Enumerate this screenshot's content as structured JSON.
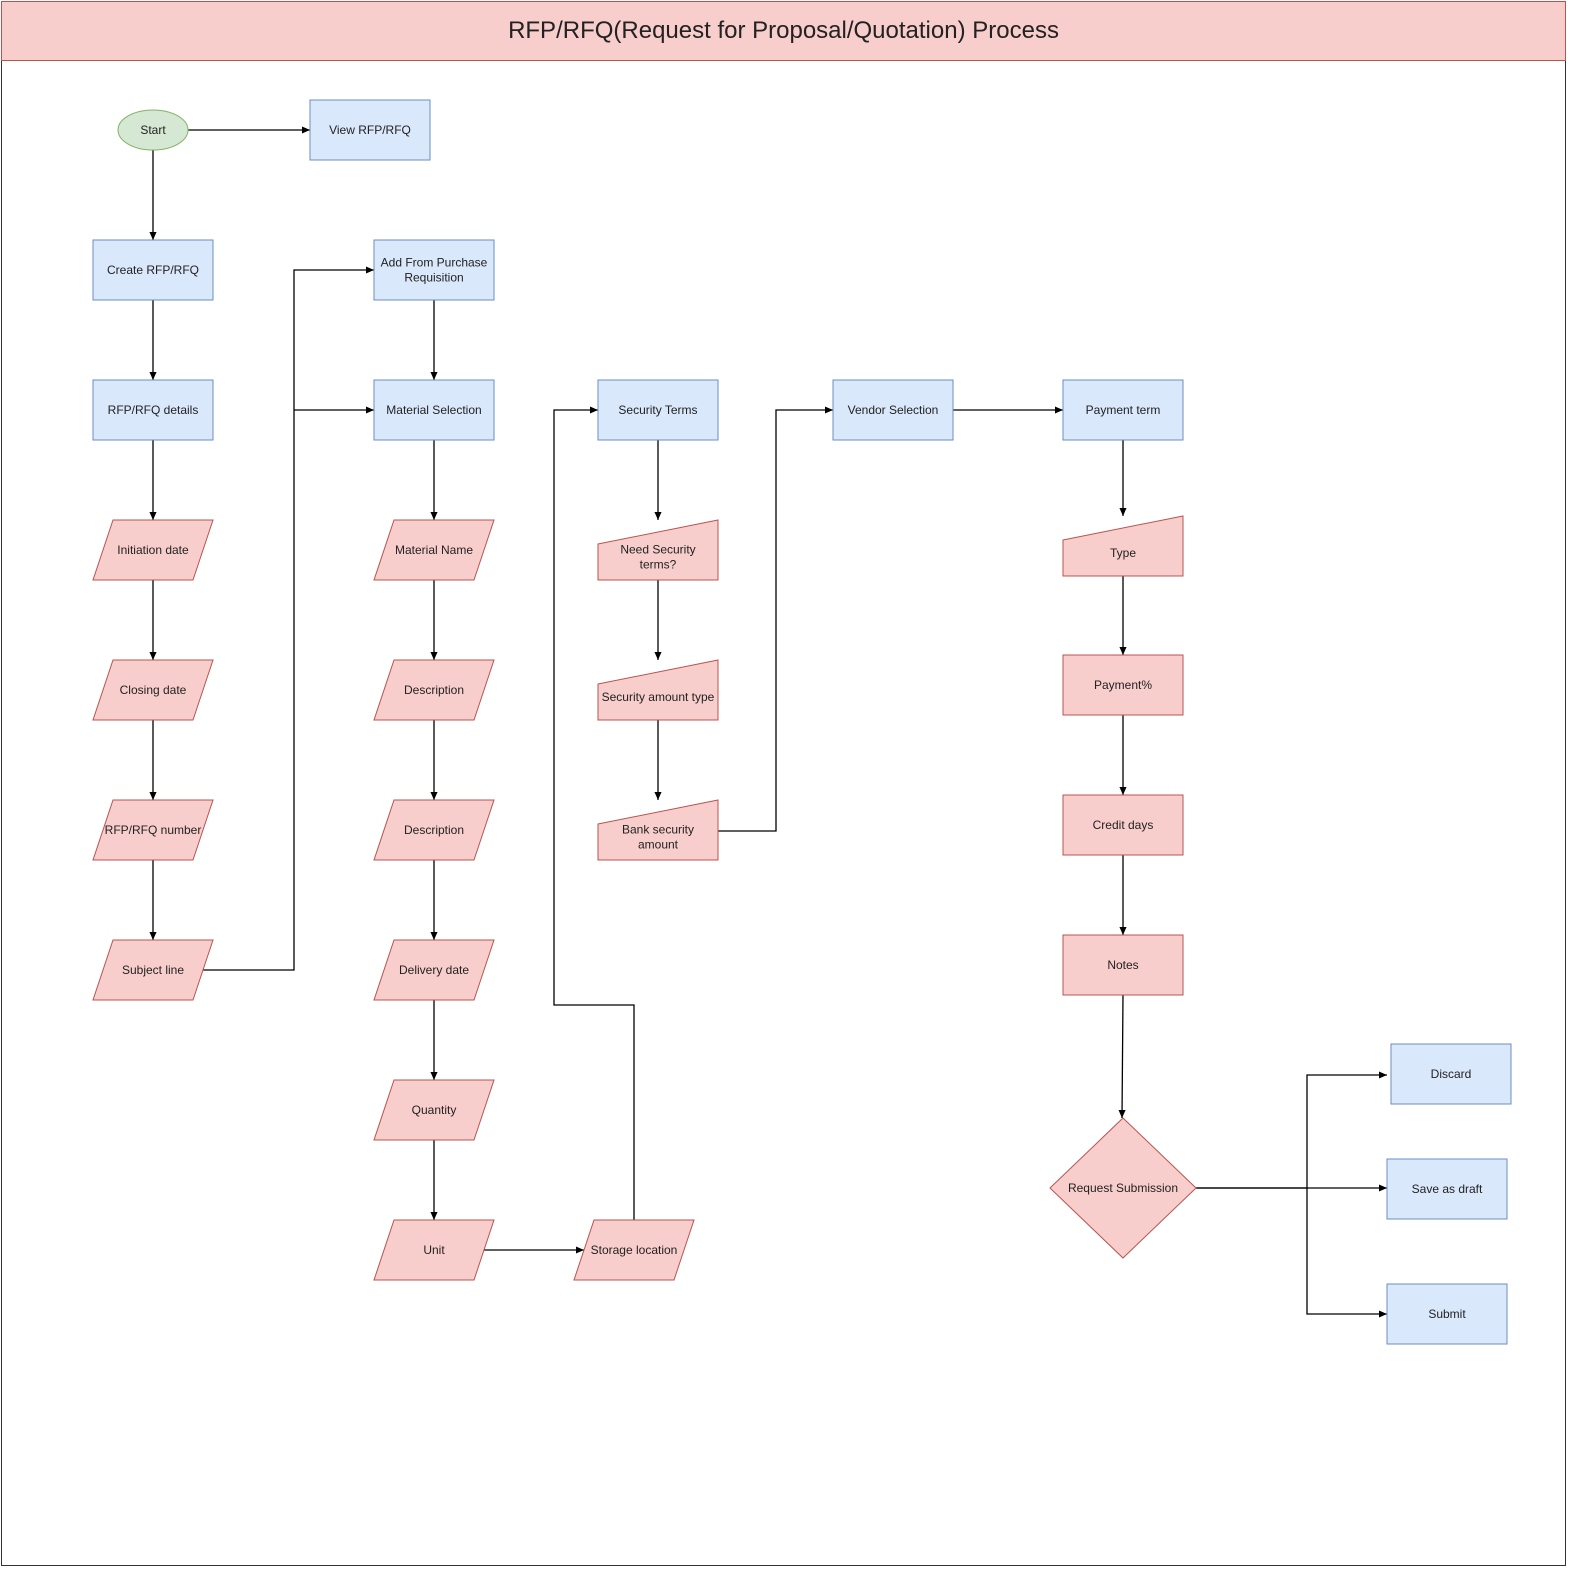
{
  "title": "RFP/RFQ(Request for Proposal/Quotation) Process",
  "colors": {
    "header_fill": "#f8cecc",
    "header_stroke": "#b85450",
    "process_fill": "#dae8fc",
    "process_stroke": "#6c8ebf",
    "input_fill": "#f8cecc",
    "input_stroke": "#b85450",
    "start_fill": "#d5e8d4",
    "start_stroke": "#82b366"
  },
  "nodes": {
    "start": {
      "label": "Start",
      "shape": "ellipse"
    },
    "view_rfp": {
      "label": "View RFP/RFQ",
      "shape": "process"
    },
    "create_rfp": {
      "label": "Create RFP/RFQ",
      "shape": "process"
    },
    "rfp_details": {
      "label": "RFP/RFQ  details",
      "shape": "process"
    },
    "initiation_date": {
      "label": "Initiation date",
      "shape": "data"
    },
    "closing_date": {
      "label": "Closing date",
      "shape": "data"
    },
    "rfp_number": {
      "label": "RFP/RFQ number",
      "shape": "data"
    },
    "subject_line": {
      "label": "Subject line",
      "shape": "data"
    },
    "add_from_pr": {
      "label": [
        "Add From Purchase",
        "Requisition"
      ],
      "shape": "process"
    },
    "material_selection": {
      "label": "Material Selection",
      "shape": "process"
    },
    "material_name": {
      "label": "Material Name",
      "shape": "data"
    },
    "description_1": {
      "label": "Description",
      "shape": "data"
    },
    "description_2": {
      "label": "Description",
      "shape": "data"
    },
    "delivery_date": {
      "label": "Delivery date",
      "shape": "data"
    },
    "quantity": {
      "label": "Quantity",
      "shape": "data"
    },
    "unit": {
      "label": "Unit",
      "shape": "data"
    },
    "storage_location": {
      "label": "Storage location",
      "shape": "data"
    },
    "security_terms": {
      "label": "Security Terms",
      "shape": "process"
    },
    "need_security": {
      "label": [
        "Need Security",
        "terms?"
      ],
      "shape": "manual-input"
    },
    "security_amount_type": {
      "label": "Security amount type",
      "shape": "manual-input"
    },
    "bank_security_amount": {
      "label": [
        "Bank security",
        "amount"
      ],
      "shape": "manual-input"
    },
    "vendor_selection": {
      "label": "Vendor Selection",
      "shape": "process"
    },
    "payment_term": {
      "label": "Payment term",
      "shape": "process"
    },
    "type": {
      "label": "Type",
      "shape": "manual-input"
    },
    "payment_pct": {
      "label": "Payment%",
      "shape": "input-box"
    },
    "credit_days": {
      "label": "Credit days",
      "shape": "input-box"
    },
    "notes": {
      "label": "Notes",
      "shape": "input-box"
    },
    "request_submission": {
      "label": "Request Submission",
      "shape": "decision"
    },
    "discard": {
      "label": "Discard",
      "shape": "process"
    },
    "save_as_draft": {
      "label": "Save as draft",
      "shape": "process"
    },
    "submit": {
      "label": "Submit",
      "shape": "process"
    }
  },
  "edges": [
    [
      "start",
      "view_rfp"
    ],
    [
      "start",
      "create_rfp"
    ],
    [
      "create_rfp",
      "rfp_details"
    ],
    [
      "rfp_details",
      "initiation_date"
    ],
    [
      "initiation_date",
      "closing_date"
    ],
    [
      "closing_date",
      "rfp_number"
    ],
    [
      "rfp_number",
      "subject_line"
    ],
    [
      "subject_line",
      "add_from_pr"
    ],
    [
      "subject_line",
      "material_selection"
    ],
    [
      "add_from_pr",
      "material_selection"
    ],
    [
      "material_selection",
      "material_name"
    ],
    [
      "material_name",
      "description_1"
    ],
    [
      "description_1",
      "description_2"
    ],
    [
      "description_2",
      "delivery_date"
    ],
    [
      "delivery_date",
      "quantity"
    ],
    [
      "quantity",
      "unit"
    ],
    [
      "unit",
      "storage_location"
    ],
    [
      "storage_location",
      "security_terms"
    ],
    [
      "security_terms",
      "need_security"
    ],
    [
      "need_security",
      "security_amount_type"
    ],
    [
      "security_amount_type",
      "bank_security_amount"
    ],
    [
      "bank_security_amount",
      "vendor_selection"
    ],
    [
      "vendor_selection",
      "payment_term"
    ],
    [
      "payment_term",
      "type"
    ],
    [
      "type",
      "payment_pct"
    ],
    [
      "payment_pct",
      "credit_days"
    ],
    [
      "credit_days",
      "notes"
    ],
    [
      "notes",
      "request_submission"
    ],
    [
      "request_submission",
      "discard"
    ],
    [
      "request_submission",
      "save_as_draft"
    ],
    [
      "request_submission",
      "submit"
    ]
  ]
}
